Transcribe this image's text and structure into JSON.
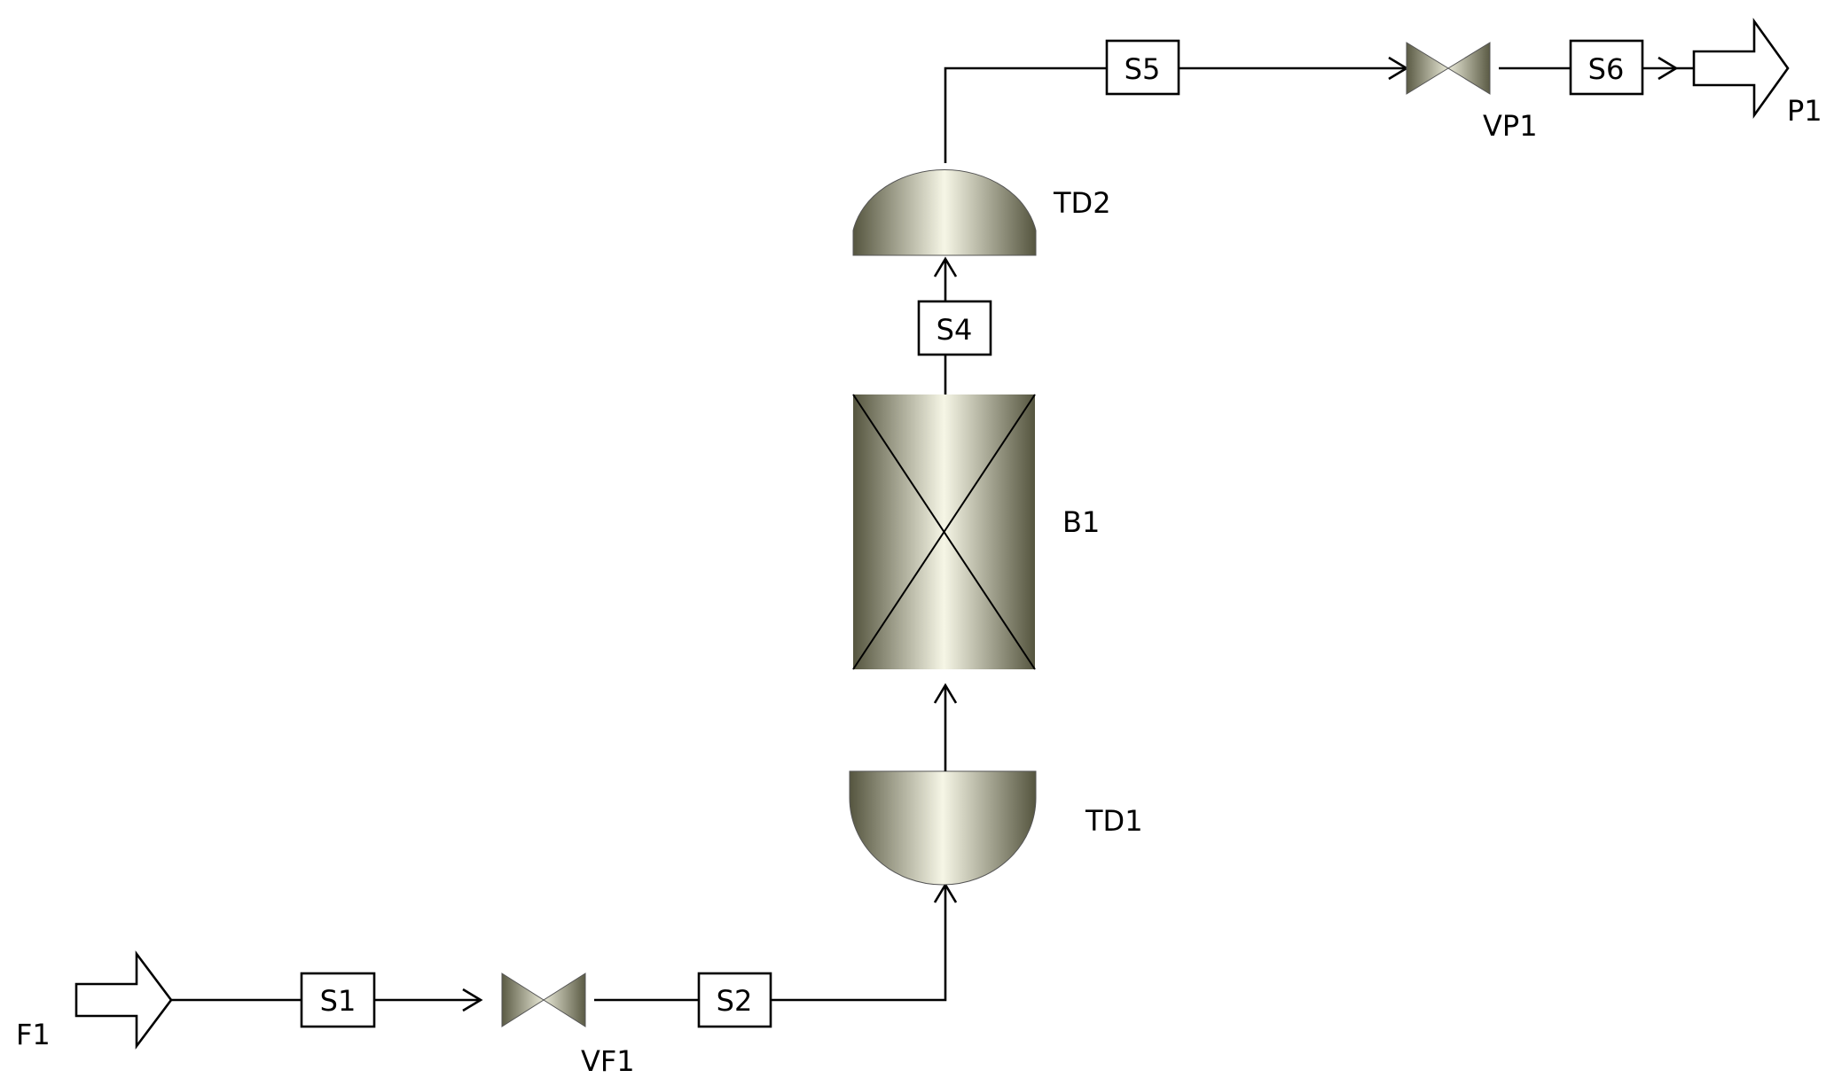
{
  "diagram": {
    "feed": {
      "label": "F1"
    },
    "product": {
      "label": "P1"
    },
    "valves": [
      {
        "label": "VF1"
      },
      {
        "label": "VP1"
      }
    ],
    "streams": [
      "S1",
      "S2",
      "S4",
      "S5",
      "S6"
    ],
    "heads": {
      "bottom": {
        "label": "TD1"
      },
      "top": {
        "label": "TD2"
      }
    },
    "column": {
      "label": "B1"
    },
    "colors": {
      "line": "#000000",
      "vessel_dark": "#55553f",
      "vessel_light": "#f6f6e6"
    }
  }
}
